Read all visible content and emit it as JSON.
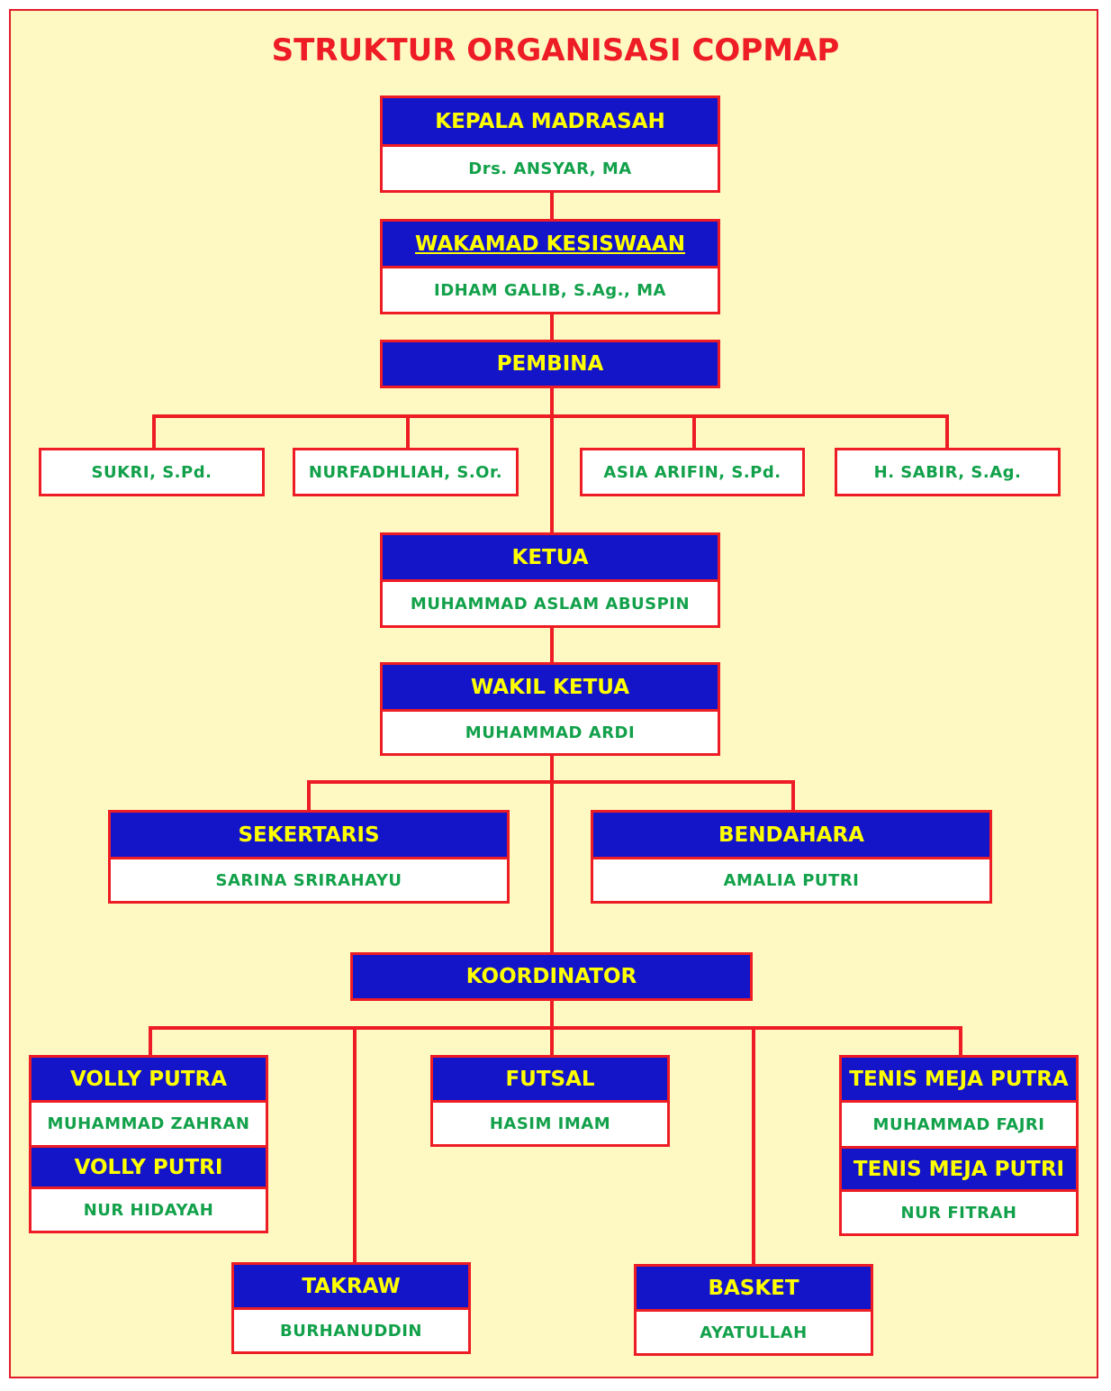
{
  "title": "STRUKTUR ORGANISASI COPMAP",
  "colors": {
    "border": "#ee1c25",
    "header_bg": "#1414c8",
    "header_text": "#ffff00",
    "name_text": "#12a14a",
    "background": "#fef9c3"
  },
  "kepala": {
    "role": "KEPALA MADRASAH",
    "name": "Drs. ANSYAR,  MA"
  },
  "wakamad": {
    "role": "WAKAMAD  KESISWAAN",
    "name": "IDHAM GALIB, S.Ag., MA"
  },
  "pembina": {
    "role": "PEMBINA",
    "members": [
      "SUKRI, S.Pd.",
      "NURFADHLIAH, S.Or.",
      "ASIA ARIFIN, S.Pd.",
      "H. SABIR, S.Ag."
    ]
  },
  "ketua": {
    "role": "KETUA",
    "name": "MUHAMMAD ASLAM ABUSPIN"
  },
  "wakil_ketua": {
    "role": "WAKIL KETUA",
    "name": "MUHAMMAD ARDI"
  },
  "sekertaris": {
    "role": "SEKERTARIS",
    "name": "SARINA  SRIRAHAYU"
  },
  "bendahara": {
    "role": "BENDAHARA",
    "name": "AMALIA PUTRI"
  },
  "koordinator": {
    "role": "KOORDINATOR"
  },
  "volly_putra": {
    "role": "VOLLY PUTRA",
    "name": "MUHAMMAD ZAHRAN"
  },
  "volly_putri": {
    "role": "VOLLY PUTRI",
    "name": "NUR  HIDAYAH"
  },
  "futsal": {
    "role": "FUTSAL",
    "name": "HASIM IMAM"
  },
  "tenis_putra": {
    "role": "TENIS MEJA PUTRA",
    "name": "MUHAMMAD FAJRI"
  },
  "tenis_putri": {
    "role": "TENIS MEJA PUTRI",
    "name": "NUR  FITRAH"
  },
  "takraw": {
    "role": "TAKRAW",
    "name": "BURHANUDDIN"
  },
  "basket": {
    "role": "BASKET",
    "name": "AYATULLAH"
  }
}
